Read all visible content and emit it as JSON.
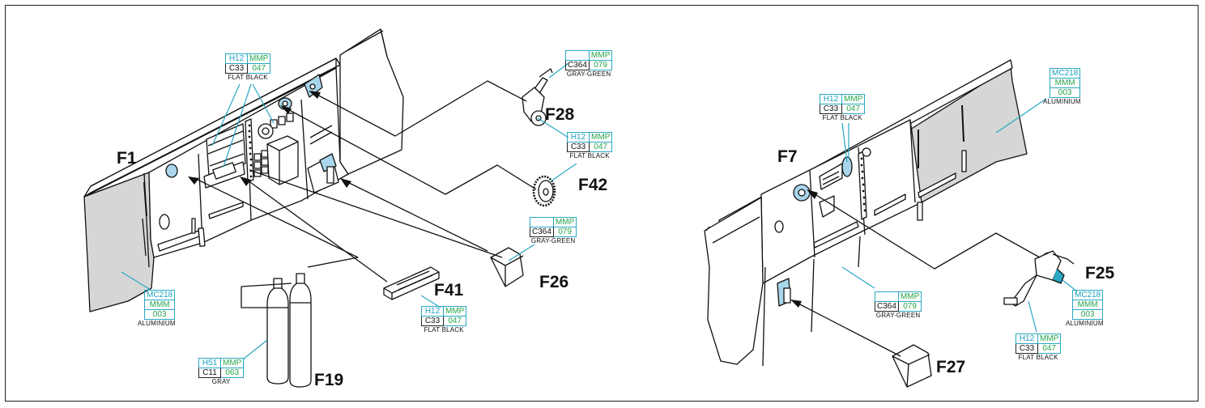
{
  "parts": {
    "f1": "F1",
    "f7": "F7",
    "f19": "F19",
    "f25": "F25",
    "f26": "F26",
    "f27": "F27",
    "f28": "F28",
    "f41": "F41",
    "f42": "F42"
  },
  "callouts": {
    "c_f1_black": {
      "top": "H12",
      "mmp": "MMP",
      "bottom": "C33",
      "num": "047",
      "name": "FLAT BLACK"
    },
    "c_f28_green": {
      "top": "",
      "mmp": "MMP",
      "bottom": "C364",
      "num": "079",
      "name": "GRAY-GREEN"
    },
    "c_f28_black": {
      "top": "H12",
      "mmp": "MMP",
      "bottom": "C33",
      "num": "047",
      "name": "FLAT BLACK"
    },
    "c_f26_green": {
      "top": "",
      "mmp": "MMP",
      "bottom": "C364",
      "num": "079",
      "name": "GRAY-GREEN"
    },
    "c_f1_alu": {
      "top": "MC218",
      "mmp": "MMM",
      "num": "003",
      "name": "ALUMINIUM"
    },
    "c_f41_black": {
      "top": "H12",
      "mmp": "MMP",
      "bottom": "C33",
      "num": "047",
      "name": "FLAT BLACK"
    },
    "c_f19_gray": {
      "top": "H51",
      "mmp": "MMP",
      "bottom": "C11",
      "num": "063",
      "name": "GRAY"
    },
    "c_f7_black": {
      "top": "H12",
      "mmp": "MMP",
      "bottom": "C33",
      "num": "047",
      "name": "FLAT BLACK"
    },
    "c_r_alu": {
      "top": "MC218",
      "mmp": "MMM",
      "num": "003",
      "name": "ALUMINIUM"
    },
    "c_f27_green": {
      "top": "",
      "mmp": "MMP",
      "bottom": "C364",
      "num": "079",
      "name": "GRAY-GREEN"
    },
    "c_f25_alu": {
      "top": "MC218",
      "mmp": "MMM",
      "num": "003",
      "name": "ALUMINIUM"
    },
    "c_f25_black": {
      "top": "H12",
      "mmp": "MMP",
      "bottom": "C33",
      "num": "047",
      "name": "FLAT BLACK"
    }
  },
  "colors": {
    "line": "#111111",
    "gray": "#d6d6d6",
    "cyan": "#2aa7c4",
    "green": "#27a54a",
    "blue_fill": "#a9d6ec"
  }
}
